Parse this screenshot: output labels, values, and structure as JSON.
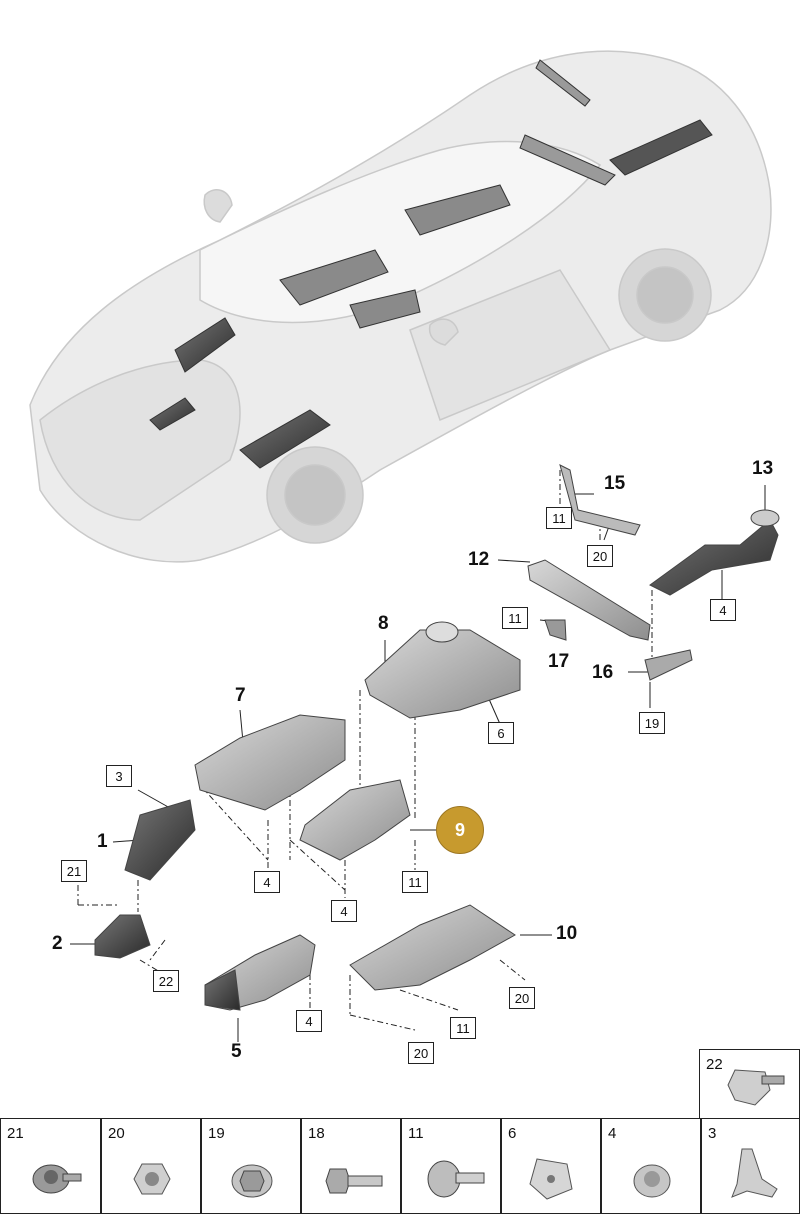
{
  "callouts": {
    "c1": "1",
    "c2": "2",
    "c5": "5",
    "c7": "7",
    "c8": "8",
    "c10": "10",
    "c12": "12",
    "c13": "13",
    "c15": "15",
    "c16": "16",
    "c17": "17",
    "highlight": "9"
  },
  "boxes": {
    "b11_top": "11",
    "b20_top": "20",
    "b4_13": "4",
    "b11_17": "11",
    "b6_8": "6",
    "b19_16": "19",
    "b3": "3",
    "b21": "21",
    "b22": "22",
    "b4_7": "4",
    "b4_9": "4",
    "b11_9": "11",
    "b4_5": "4",
    "b20_10": "20",
    "b11_10": "11",
    "b20_bottom": "20"
  },
  "legend": [
    "21",
    "20",
    "19",
    "18",
    "11",
    "6",
    "4",
    "3",
    "22"
  ],
  "colors": {
    "highlight": "#c79a2e",
    "part_fill": "#9a9a9a",
    "car_fill": "#e6e6e6"
  }
}
